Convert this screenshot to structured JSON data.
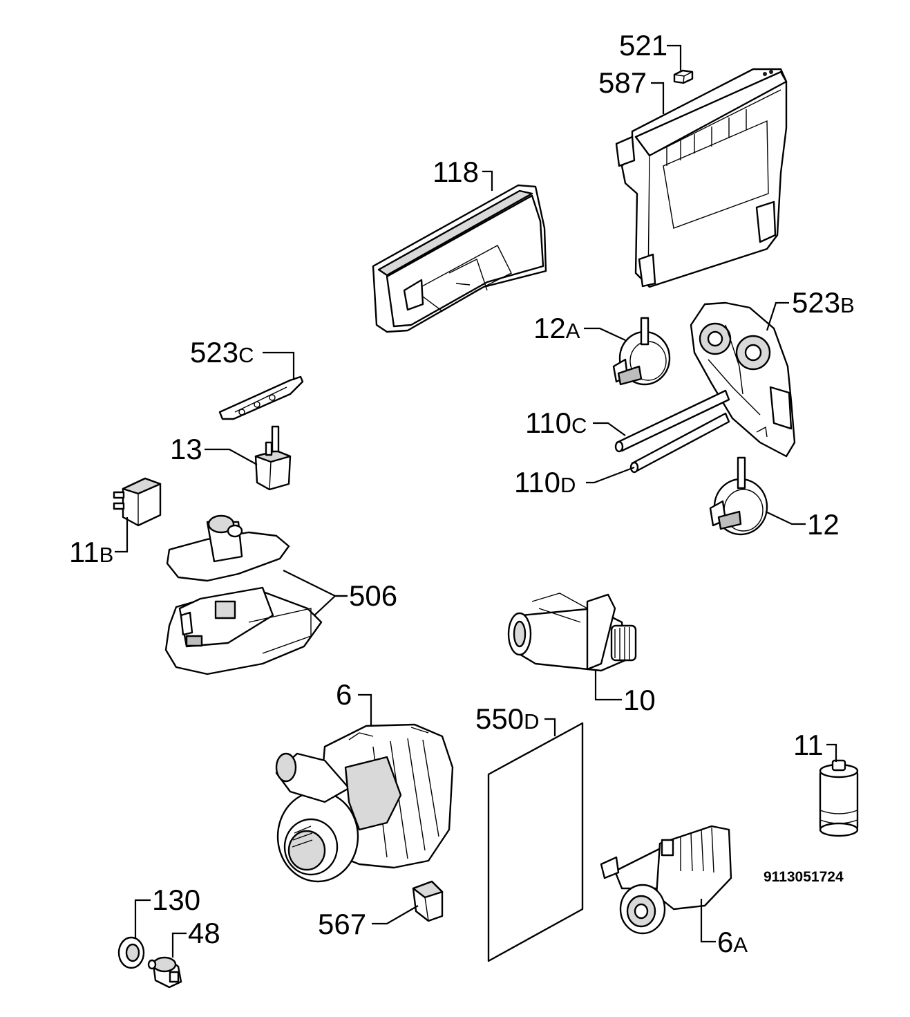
{
  "diagram": {
    "document_number": "9113051724",
    "callouts": [
      {
        "id": "521",
        "num": "521",
        "suffix": ""
      },
      {
        "id": "587",
        "num": "587",
        "suffix": ""
      },
      {
        "id": "118",
        "num": "118",
        "suffix": ""
      },
      {
        "id": "523b",
        "num": "523",
        "suffix": "B"
      },
      {
        "id": "12a",
        "num": "12",
        "suffix": "A"
      },
      {
        "id": "523c",
        "num": "523",
        "suffix": "C"
      },
      {
        "id": "110c",
        "num": "110",
        "suffix": "C"
      },
      {
        "id": "13",
        "num": "13",
        "suffix": ""
      },
      {
        "id": "110d",
        "num": "110",
        "suffix": "D"
      },
      {
        "id": "12",
        "num": "12",
        "suffix": ""
      },
      {
        "id": "11b",
        "num": "11",
        "suffix": "B"
      },
      {
        "id": "506",
        "num": "506",
        "suffix": ""
      },
      {
        "id": "10",
        "num": "10",
        "suffix": ""
      },
      {
        "id": "6",
        "num": "6",
        "suffix": ""
      },
      {
        "id": "550d",
        "num": "550",
        "suffix": "D"
      },
      {
        "id": "11",
        "num": "11",
        "suffix": ""
      },
      {
        "id": "130",
        "num": "130",
        "suffix": ""
      },
      {
        "id": "48",
        "num": "48",
        "suffix": ""
      },
      {
        "id": "567",
        "num": "567",
        "suffix": ""
      },
      {
        "id": "6a",
        "num": "6",
        "suffix": "A"
      }
    ]
  }
}
